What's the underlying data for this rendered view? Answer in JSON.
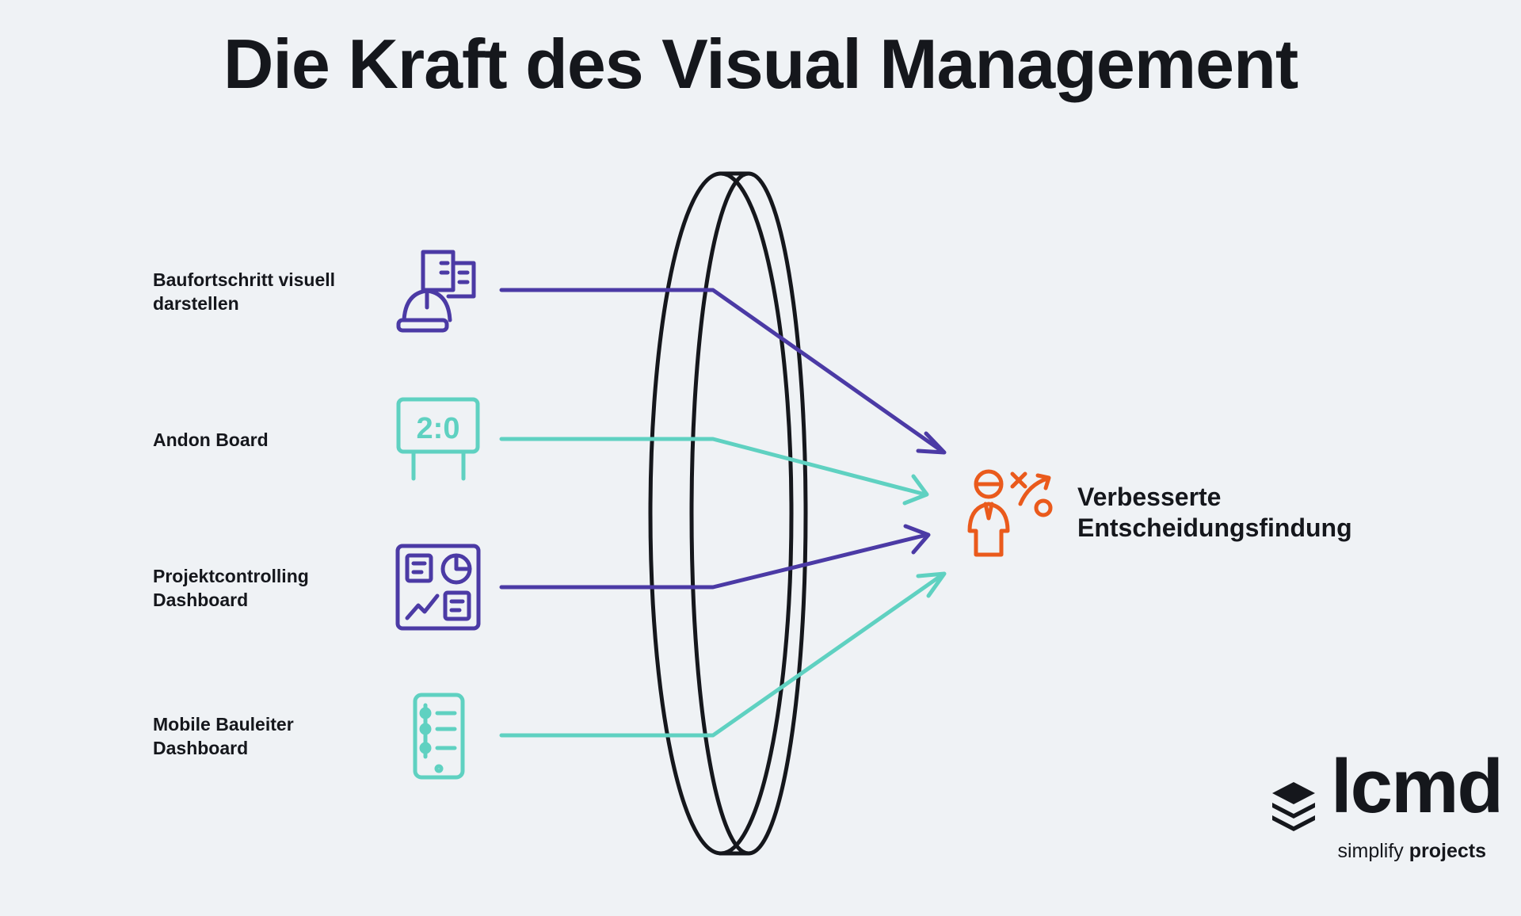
{
  "title": "Die Kraft des Visual Management",
  "inputs": [
    {
      "lines": [
        "Baufortschritt visuell",
        "darstellen"
      ],
      "icon": "construction-buildings-icon"
    },
    {
      "lines": [
        "Andon Board"
      ],
      "icon": "andon-scoreboard-icon"
    },
    {
      "lines": [
        "Projektcontrolling",
        "Dashboard"
      ],
      "icon": "dashboard-icon"
    },
    {
      "lines": [
        "Mobile Bauleiter",
        "Dashboard"
      ],
      "icon": "mobile-checklist-icon"
    }
  ],
  "scoreboard_text": "2:0",
  "outcome": {
    "lines": [
      "Verbesserte",
      "Entscheidungsfindung"
    ],
    "icon": "decision-maker-icon"
  },
  "colors": {
    "purple": "#4b3aa5",
    "teal": "#5fd1c1",
    "orange": "#ea5a1c",
    "dark": "#15171c",
    "background": "#eff2f5"
  },
  "brand": {
    "name": "lcmd",
    "tagline_regular": "simplify",
    "tagline_bold": "projects"
  }
}
